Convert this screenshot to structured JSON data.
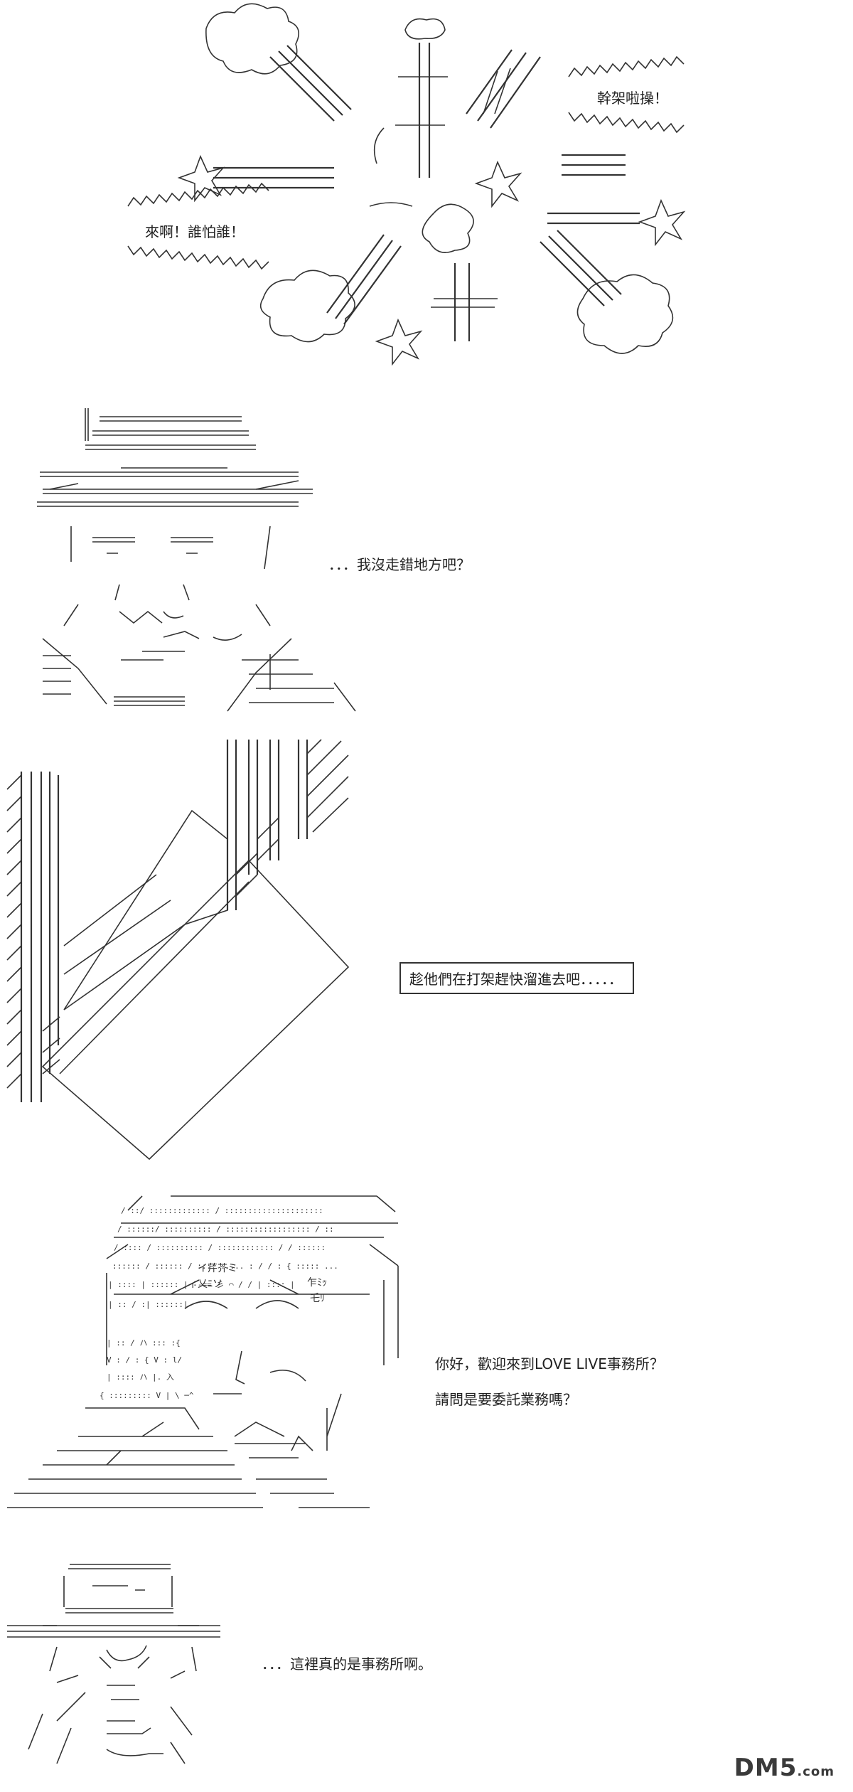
{
  "panel1": {
    "burst_right": "幹架啦操！",
    "burst_left": "來啊！誰怕誰！"
  },
  "panel2": {
    "line": "．．．我沒走錯地方吧？"
  },
  "panel3": {
    "caption": "趁他們在打架趕快溜進去吧．．．．．"
  },
  "panel4": {
    "line1": "你好，歡迎來到LOVE  LIVE事務所？",
    "line2": "請問是要委託業務嗎？",
    "art_labels": [
      "イ芹芥ミ",
      "ィ乂ﾆソ",
      "乍ﾐｯ",
      "乇ﾘ"
    ]
  },
  "panel5": {
    "line": "．．．這裡真的是事務所啊。"
  },
  "watermark": {
    "logo": "DM5",
    "suffix": ".com"
  }
}
